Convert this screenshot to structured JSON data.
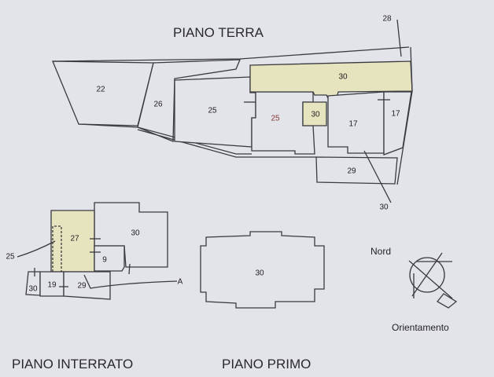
{
  "titles": {
    "terra": "PIANO TERRA",
    "interrato": "PIANO INTERRATO",
    "primo": "PIANO PRIMO"
  },
  "compass": {
    "north": "Nord",
    "caption": "Orientamento"
  },
  "terra": {
    "r22": "22",
    "r26": "26",
    "r25a": "25",
    "r25b": "25",
    "r30top": "30",
    "r30small": "30",
    "r17a": "17",
    "r17b": "17",
    "r29": "29",
    "c28": "28",
    "c30": "30"
  },
  "interrato": {
    "r27": "27",
    "r30": "30",
    "r9": "9",
    "r30s": "30",
    "r19": "19",
    "r29": "29",
    "c25": "25",
    "cA": "A"
  },
  "primo": {
    "r30": "30"
  },
  "colors": {
    "background": "#e3e3ea",
    "highlight": "#e6e4bf",
    "line": "#3a3a40"
  }
}
